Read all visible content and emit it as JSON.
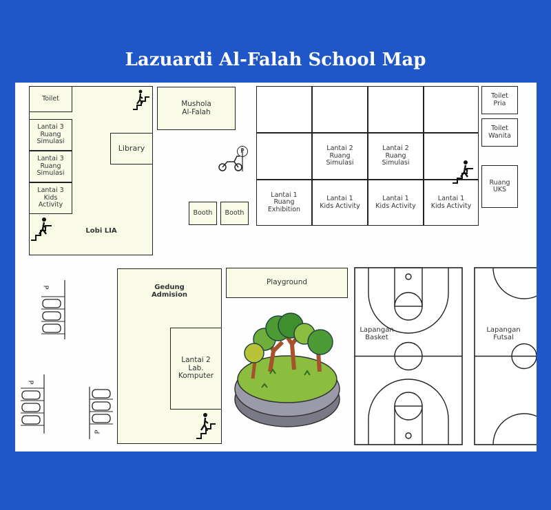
{
  "title": "Lazuardi Al-Falah School Map",
  "rooms": {
    "toilet_left": "Toilet",
    "lantai3_simulasi_1": "Lantai 3\nRuang\nSimulasi",
    "lantai3_simulasi_2": "Lantai 3\nRuang\nSimulasi",
    "lantai3_kids": "Lantai 3\nKids\nActivity",
    "library": "Library",
    "lobi": "Lobi LIA",
    "mushola": "Mushola\nAl-Falah",
    "booth_1": "Booth",
    "booth_2": "Booth",
    "lantai2_simulasi_1": "Lantai 2\nRuang\nSimulasi",
    "lantai2_simulasi_2": "Lantai 2\nRuang\nSimulasi",
    "lantai1_exhibition": "Lantai 1\nRuang\nExhibition",
    "lantai1_kids_1": "Lantai 1\nKids Activity",
    "lantai1_kids_2": "Lantai 1\nKids Activity",
    "lantai1_kids_3": "Lantai 1\nKids Activity",
    "toilet_pria": "Toilet\nPria",
    "toilet_wanita": "Toilet\nWanita",
    "ruang_uks": "Ruang\nUKS",
    "gedung_admision": "Gedung\nAdmision",
    "lab_komputer": "Lantai 2\nLab.\nKomputer",
    "playground": "Playground",
    "lapangan_basket": "Lapangan\nBasket",
    "lapangan_futsal": "Lapangan\nFutsal"
  },
  "parking_sign": "P",
  "icons": {
    "stairs": "stairs-icon",
    "motorcycle": "motorcycle-icon",
    "car": "car-icon",
    "tree": "tree-icon"
  }
}
